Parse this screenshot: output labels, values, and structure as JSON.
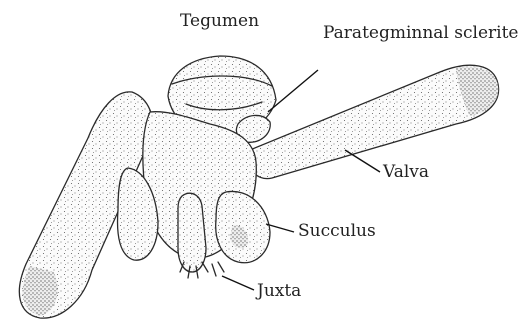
{
  "labels": {
    "tegumen": "Tegumen",
    "parategminnal": "Parategminnal sclerite",
    "valva": "Valva",
    "succulus": "Succulus",
    "juxta": "Juxta"
  },
  "colors": {
    "ink": "#2a2a2a",
    "stipple": "#555555",
    "background": "#ffffff"
  }
}
